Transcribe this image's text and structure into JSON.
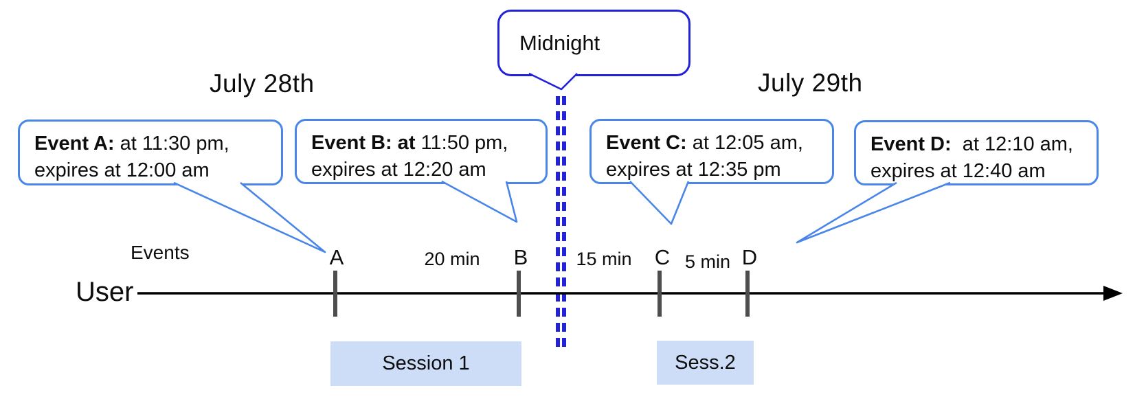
{
  "titles": {
    "left_day": "July 28th",
    "right_day": "July 29th"
  },
  "midnight": {
    "label": "Midnight"
  },
  "bubbles": [
    {
      "id": "A",
      "bold": "Event A:",
      "line1_rest": " at 11:30 pm,",
      "line2": "expires at 12:00 am"
    },
    {
      "id": "B",
      "bold": "Event B: at",
      "line1_rest": " 11:50 pm,",
      "line2": "expires at 12:20 am"
    },
    {
      "id": "C",
      "bold": "Event C:",
      "line1_rest": " at 12:05 am,",
      "line2": "expires at 12:35 pm"
    },
    {
      "id": "D",
      "bold": "Event D:",
      "line1_rest": "  at 12:10 am,",
      "line2": "expires at 12:40 am"
    }
  ],
  "timeline": {
    "events_label": "Events",
    "row_label": "User",
    "markers": [
      "A",
      "B",
      "C",
      "D"
    ],
    "intervals": [
      "20 min",
      "15 min",
      "5 min"
    ]
  },
  "sessions": [
    {
      "label": "Session 1"
    },
    {
      "label": "Sess.2"
    }
  ],
  "colors": {
    "accent_blue": "#4a86e8",
    "midnight_blue": "#2222d8",
    "tick_gray": "#4d4d4d",
    "timeline_black": "#000000",
    "session_fill": "#cdddf7"
  }
}
